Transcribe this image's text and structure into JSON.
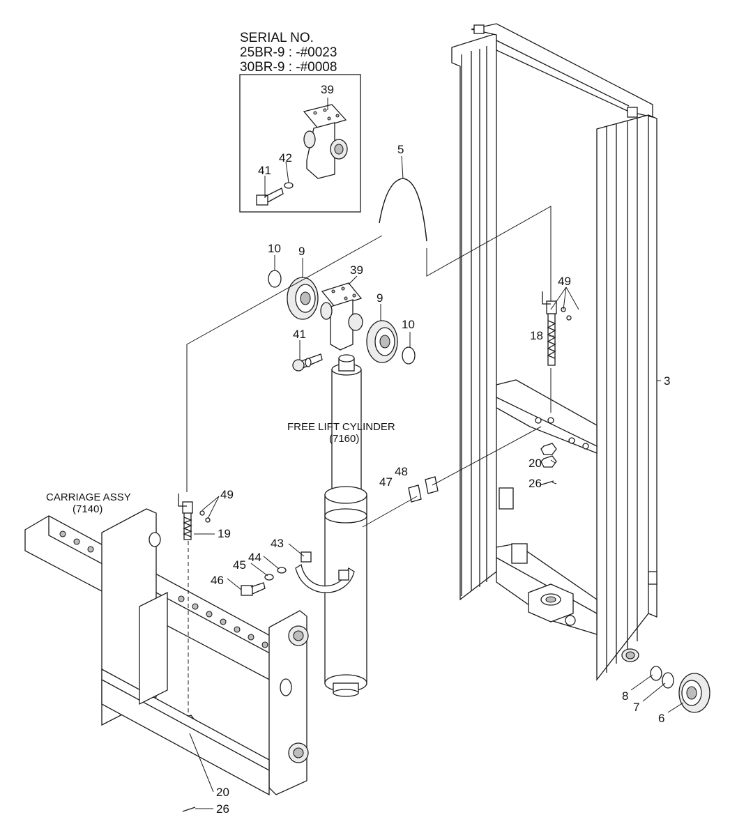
{
  "serial_box": {
    "heading": "SERIAL NO.",
    "line1": "25BR-9 : -#0023",
    "line2": "30BR-9 : -#0008"
  },
  "assemblies": {
    "free_lift_cylinder": "FREE LIFT CYLINDER",
    "free_lift_cylinder_ref": "(7160)",
    "carriage": "CARRIAGE ASSY",
    "carriage_ref": "(7140)"
  },
  "callouts": {
    "p39_inset": "39",
    "p42_inset": "42",
    "p41_inset": "41",
    "p5": "5",
    "p10_left": "10",
    "p9_left": "9",
    "p39_main": "39",
    "p9_right": "9",
    "p10_right": "10",
    "p41_main": "41",
    "p49_right": "49",
    "p18": "18",
    "p3": "3",
    "p20_right": "20",
    "p26_right": "26",
    "p48": "48",
    "p47": "47",
    "p49_left": "49",
    "p19": "19",
    "p43": "43",
    "p44": "44",
    "p45": "45",
    "p46": "46",
    "p8": "8",
    "p7": "7",
    "p6": "6",
    "p20_left": "20",
    "p26_left": "26"
  }
}
